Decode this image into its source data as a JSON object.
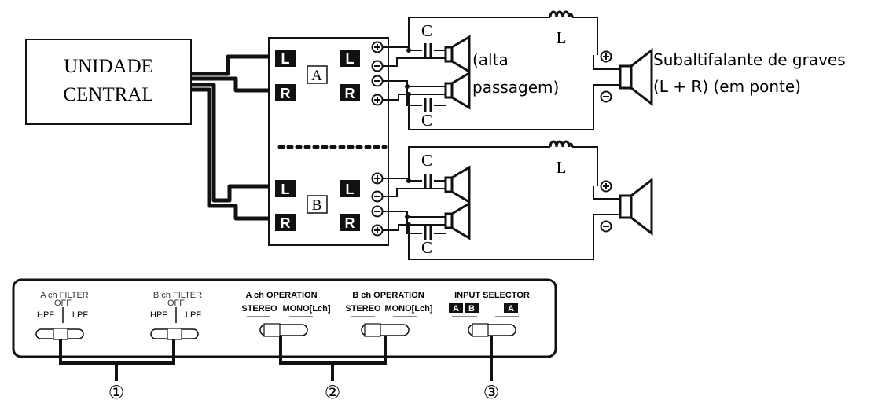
{
  "head_unit": {
    "line1": "UNIDADE",
    "line2": "CENTRAL"
  },
  "amplifier": {
    "channel_a": "A",
    "channel_b": "B",
    "left_label": "L",
    "right_label": "R"
  },
  "components": {
    "capacitor": "C",
    "inductor": "L"
  },
  "tweeter_label": {
    "line1": "(alta",
    "line2": "passagem)"
  },
  "subwoofer_label": {
    "line1": "Subaltifalante de graves",
    "line2": "(L + R) (em ponte)"
  },
  "panel": {
    "a_filter": {
      "title": "A ch FILTER",
      "off": "OFF",
      "hpf": "HPF",
      "lpf": "LPF"
    },
    "b_filter": {
      "title": "B ch FILTER",
      "off": "OFF",
      "hpf": "HPF",
      "lpf": "LPF"
    },
    "a_operation": {
      "title": "A ch OPERATION",
      "stereo": "STEREO",
      "mono": "MONO[Lch]"
    },
    "b_operation": {
      "title": "B ch OPERATION",
      "stereo": "STEREO",
      "mono": "MONO[Lch]"
    },
    "input_selector": {
      "title": "INPUT SELECTOR",
      "opt_a": "A",
      "opt_b": "B",
      "opt_a2": "A"
    }
  },
  "callouts": [
    "①",
    "②",
    "③"
  ],
  "colors": {
    "line": "#111111",
    "background": "#ffffff",
    "badge": "#111111"
  }
}
